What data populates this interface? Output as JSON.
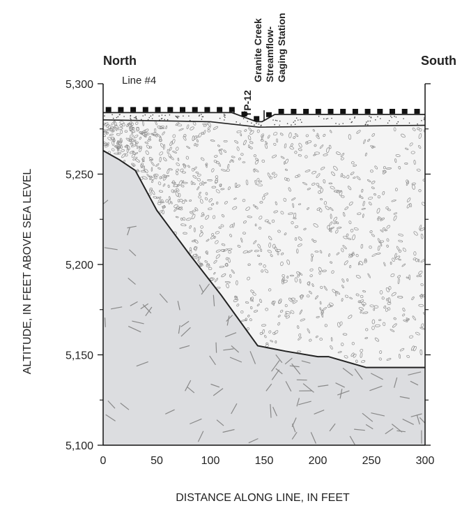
{
  "header": {
    "north_label": "North",
    "south_label": "South",
    "line_label": "Line #4",
    "well_label": "YP-12",
    "station_label_line1": "Granite Creek",
    "station_label_line2": "Streamflow-",
    "station_label_line3": "Gaging Station"
  },
  "axes": {
    "ylabel": "ALTITUDE, IN FEET ABOVE SEA LEVEL",
    "xlabel": "DISTANCE ALONG LINE, IN FEET"
  },
  "chart_data": {
    "type": "cross-section",
    "x_range": [
      0,
      300
    ],
    "y_range": [
      5100,
      5300
    ],
    "x_ticks": [
      0,
      50,
      100,
      150,
      200,
      250,
      300
    ],
    "x_tick_labels": [
      "0",
      "50",
      "100",
      "150",
      "200",
      "250",
      "300"
    ],
    "y_ticks": [
      5100,
      5150,
      5200,
      5250,
      5300
    ],
    "y_tick_labels": [
      "5,100",
      "5,150",
      "5,200",
      "5,250",
      "5,300"
    ],
    "markers": [
      {
        "name": "YP-12",
        "x": 122
      },
      {
        "name": "Granite Creek Streamflow-Gaging Station",
        "x": 150
      }
    ],
    "ground_surface": [
      [
        0,
        5284
      ],
      [
        120,
        5284
      ],
      [
        143,
        5279
      ],
      [
        148,
        5279
      ],
      [
        160,
        5283
      ],
      [
        300,
        5283
      ]
    ],
    "soil_base": [
      [
        0,
        5280
      ],
      [
        100,
        5279
      ],
      [
        145,
        5276
      ],
      [
        300,
        5277
      ]
    ],
    "bedrock_surface": [
      [
        0,
        5263
      ],
      [
        15,
        5258
      ],
      [
        30,
        5252
      ],
      [
        50,
        5230
      ],
      [
        80,
        5206
      ],
      [
        110,
        5183
      ],
      [
        144,
        5155
      ],
      [
        170,
        5152
      ],
      [
        200,
        5149
      ],
      [
        210,
        5149
      ],
      [
        245,
        5143
      ],
      [
        300,
        5143
      ]
    ],
    "colors": {
      "bedrock": "#dcdde0",
      "fill": "#f4f4f4",
      "line": "#222222",
      "boulder": "#8a8a8a",
      "dash": "#888888"
    }
  }
}
